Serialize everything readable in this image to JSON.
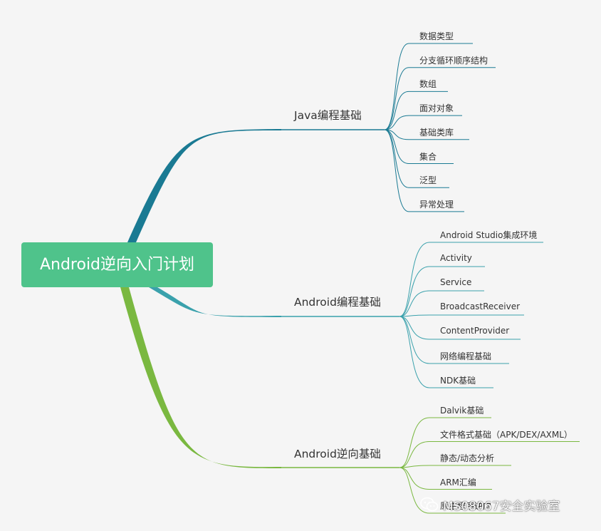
{
  "root": {
    "label": "Android逆向入门计划"
  },
  "branches": [
    {
      "label": "Java编程基础",
      "color": "#1a7a93",
      "leaves": [
        "数据类型",
        "分支循环顺序结构",
        "数组",
        "面对对象",
        "基础类库",
        "集合",
        "泛型",
        "异常处理"
      ]
    },
    {
      "label": "Android编程基础",
      "color": "#3aa1ac",
      "leaves": [
        "Android Studio集成环境",
        "Activity",
        "Service",
        "BroadcastReceiver",
        "ContentProvider",
        "网络编程基础",
        "NDK基础"
      ]
    },
    {
      "label": "Android逆向基础",
      "color": "#7ab840",
      "leaves": [
        "Dalvik基础",
        "文件格式基础（APK/DEX/AXML）",
        "静态/动态分析",
        "ARM汇编",
        "原生程序逆向"
      ]
    }
  ],
  "watermark": {
    "text": "MS08067安全实验室",
    "icon": "wechat-icon"
  }
}
